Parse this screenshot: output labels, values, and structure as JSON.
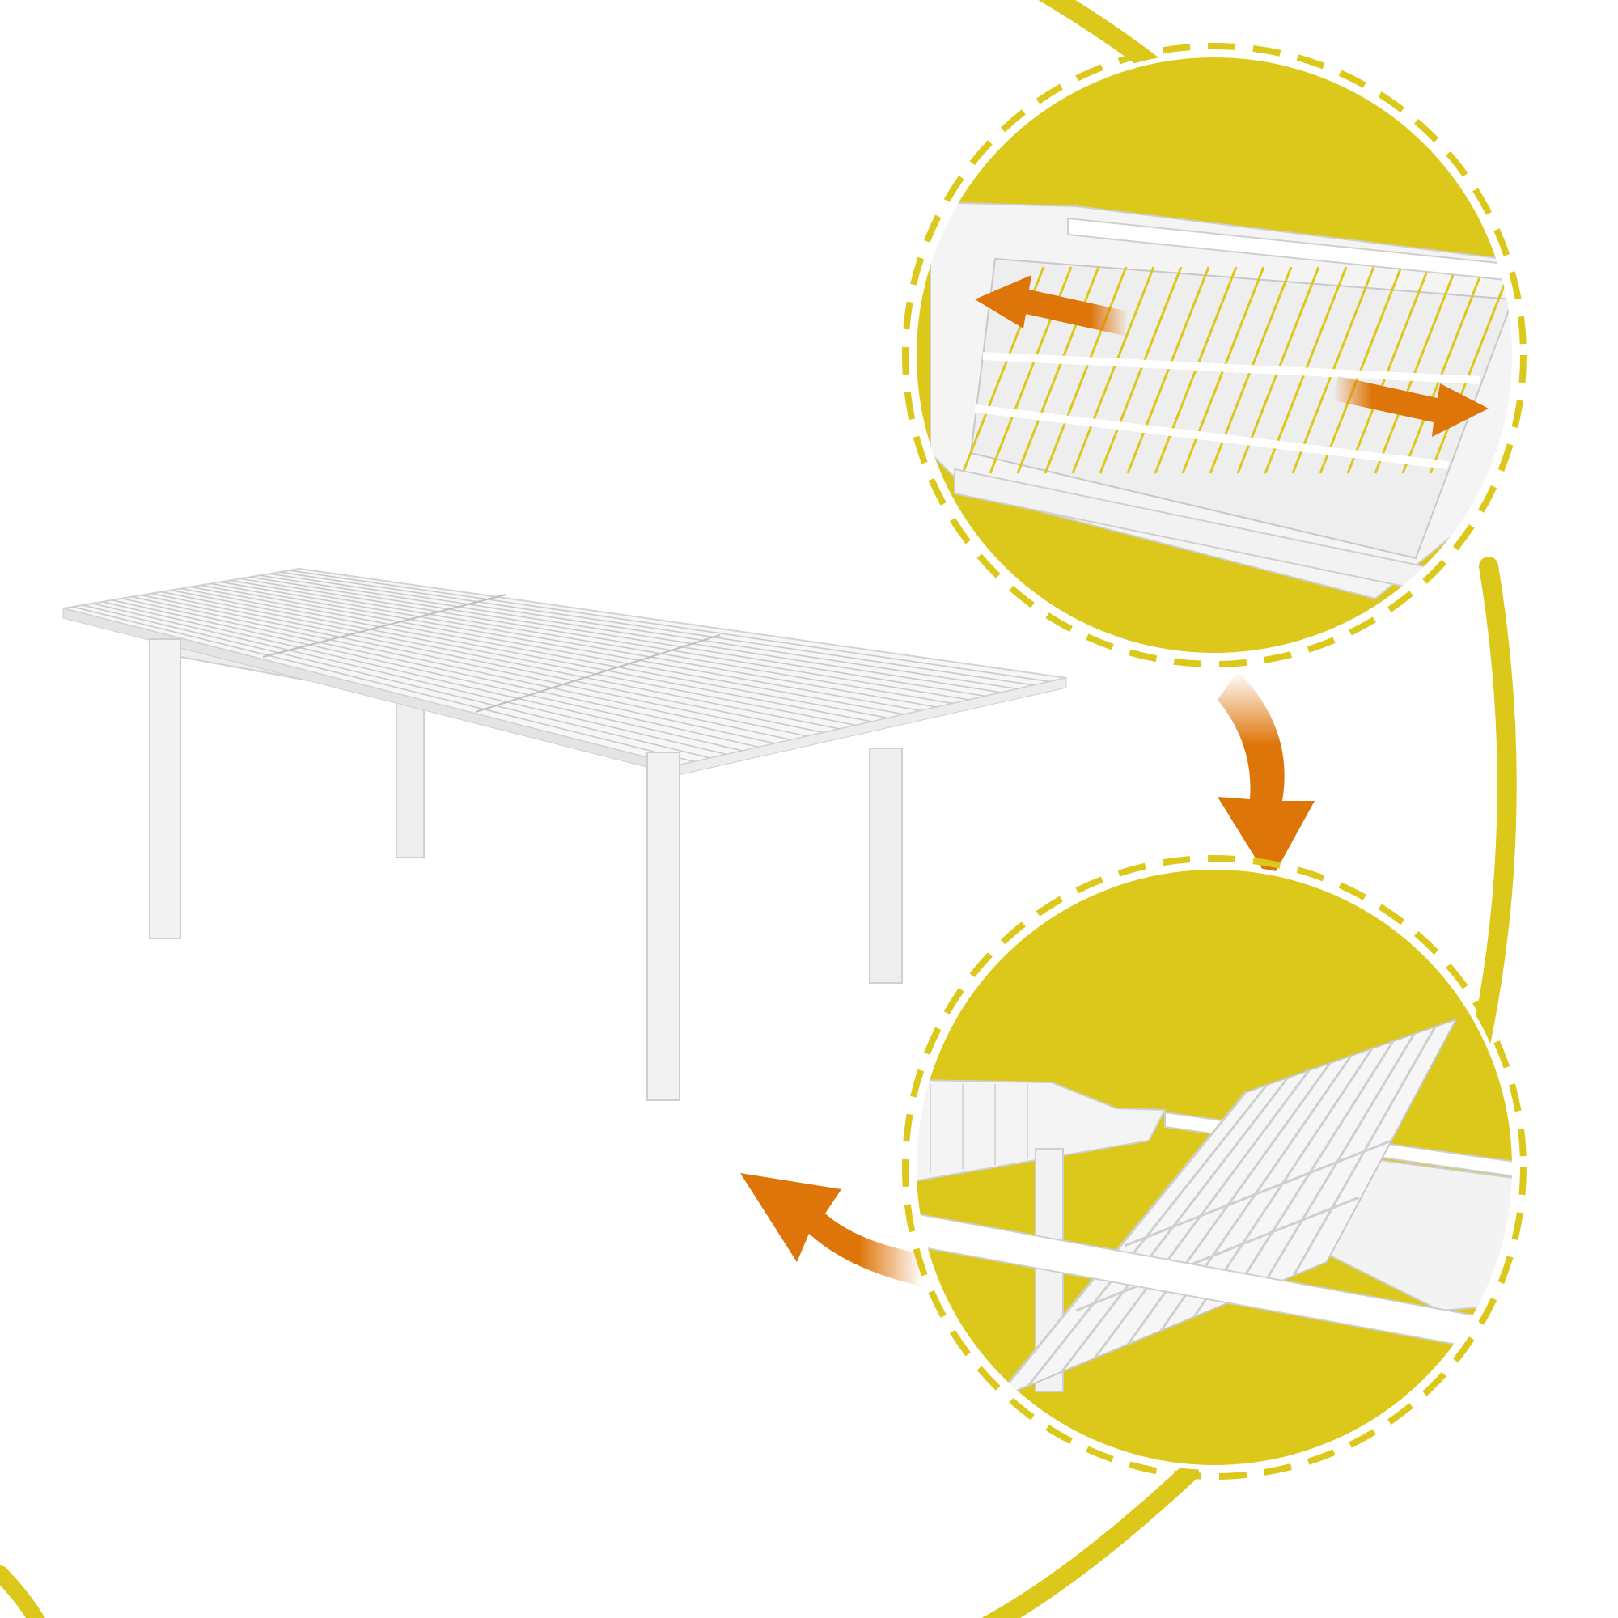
{
  "colors": {
    "background": "#ffffff",
    "accent_yellow": "#dcc81a",
    "arrow_orange": "#de7508",
    "table_white": "#f6f6f6",
    "table_edge": "#d3d3d3",
    "slat_line": "#c9c9c9"
  },
  "scene": {
    "main_table": "extendable-slatted-table",
    "detail_top": "sliding-extension-leaf",
    "detail_bottom": "folding-extension-leaf",
    "arrows": [
      "double-arrow-icon",
      "curved-arrow-down-icon",
      "curved-arrow-left-icon"
    ]
  }
}
